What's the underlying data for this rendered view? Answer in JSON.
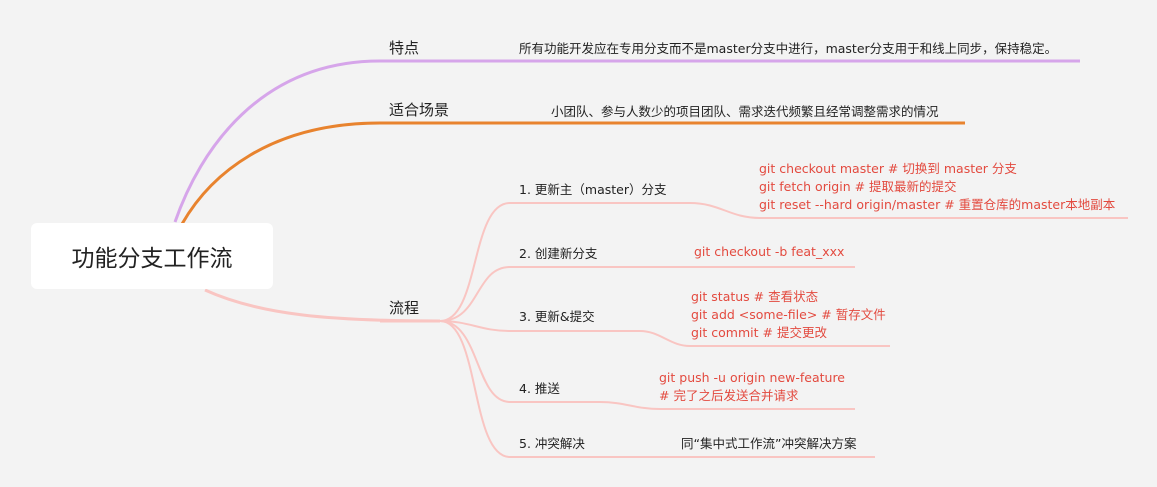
{
  "root": {
    "title": "功能分支工作流"
  },
  "branches": [
    {
      "label": "特点",
      "desc": "所有功能开发应在专用分支而不是master分支中进行，master分支用于和线上同步，保持稳定。",
      "color": "#d6a5ea"
    },
    {
      "label": "适合场景",
      "desc": "小团队、参与人数少的项目团队、需求迭代频繁且经常调整需求的情况",
      "color": "#e8832e"
    },
    {
      "label": "流程",
      "color": "#f9c5c2"
    }
  ],
  "steps": [
    {
      "label": "1. 更新主（master）分支",
      "lines": [
        "git checkout master # 切换到 master 分支",
        "git fetch origin  # 提取最新的提交",
        "git reset --hard origin/master # 重置仓库的master本地副本"
      ]
    },
    {
      "label": "2. 创建新分支",
      "lines": [
        "git checkout -b feat_xxx"
      ]
    },
    {
      "label": "3. 更新&提交",
      "lines": [
        "git status  # 查看状态",
        "git add <some-file> # 暂存文件",
        "git commit  # 提交更改"
      ]
    },
    {
      "label": "4. 推送",
      "lines": [
        "git push -u origin new-feature",
        "# 完了之后发送合并请求"
      ]
    },
    {
      "label": "5. 冲突解决",
      "note": "同“集中式工作流”冲突解决方案"
    }
  ]
}
